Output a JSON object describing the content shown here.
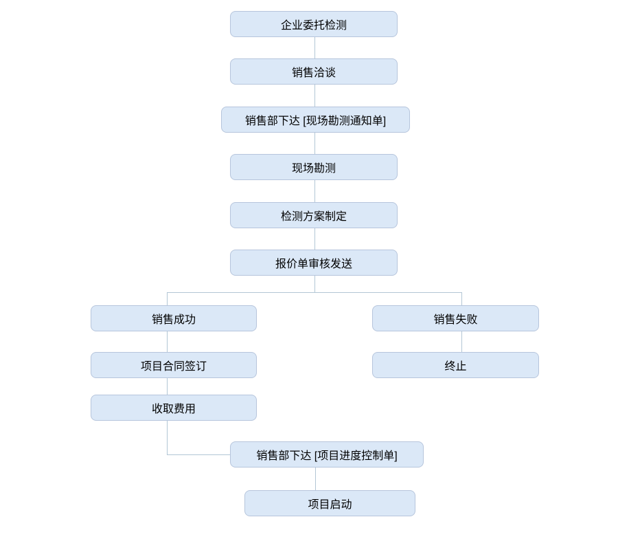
{
  "diagram": {
    "type": "flowchart",
    "nodes": [
      {
        "id": "n1",
        "label": "企业委托检测"
      },
      {
        "id": "n2",
        "label": "销售洽谈"
      },
      {
        "id": "n3",
        "label": "销售部下达 [现场勘测通知单]"
      },
      {
        "id": "n4",
        "label": "现场勘测"
      },
      {
        "id": "n5",
        "label": "检测方案制定"
      },
      {
        "id": "n6",
        "label": "报价单审核发送"
      },
      {
        "id": "n7",
        "label": "销售成功"
      },
      {
        "id": "n8",
        "label": "销售失败"
      },
      {
        "id": "n9",
        "label": "项目合同签订"
      },
      {
        "id": "n10",
        "label": "终止"
      },
      {
        "id": "n11",
        "label": "收取费用"
      },
      {
        "id": "n12",
        "label": "销售部下达 [项目进度控制单]"
      },
      {
        "id": "n13",
        "label": "项目启动"
      }
    ],
    "edges": [
      {
        "from": "n1",
        "to": "n2"
      },
      {
        "from": "n2",
        "to": "n3"
      },
      {
        "from": "n3",
        "to": "n4"
      },
      {
        "from": "n4",
        "to": "n5"
      },
      {
        "from": "n5",
        "to": "n6"
      },
      {
        "from": "n6",
        "to": "n7"
      },
      {
        "from": "n6",
        "to": "n8"
      },
      {
        "from": "n7",
        "to": "n9"
      },
      {
        "from": "n8",
        "to": "n10"
      },
      {
        "from": "n9",
        "to": "n11"
      },
      {
        "from": "n11",
        "to": "n12"
      },
      {
        "from": "n12",
        "to": "n13"
      }
    ],
    "colors": {
      "node_fill": "#dbe8f7",
      "node_border": "#b6c5dc",
      "line_color": "#b2c6d5",
      "text_color": "#000000",
      "background": "#ffffff"
    }
  }
}
